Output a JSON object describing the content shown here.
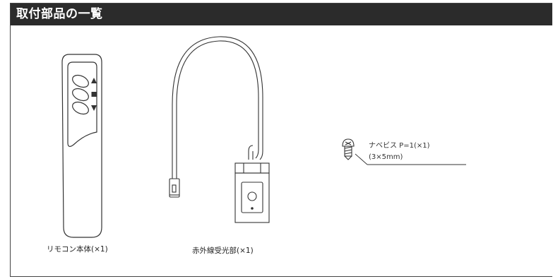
{
  "header": {
    "title": "取付部品の一覧"
  },
  "parts": {
    "remote": {
      "caption": "リモコン本体(×1)"
    },
    "ir_receiver": {
      "caption": "赤外線受光部(×1)"
    },
    "screw": {
      "name": "ナベビス P=1(×1)",
      "size": "(3×5mm)"
    }
  }
}
